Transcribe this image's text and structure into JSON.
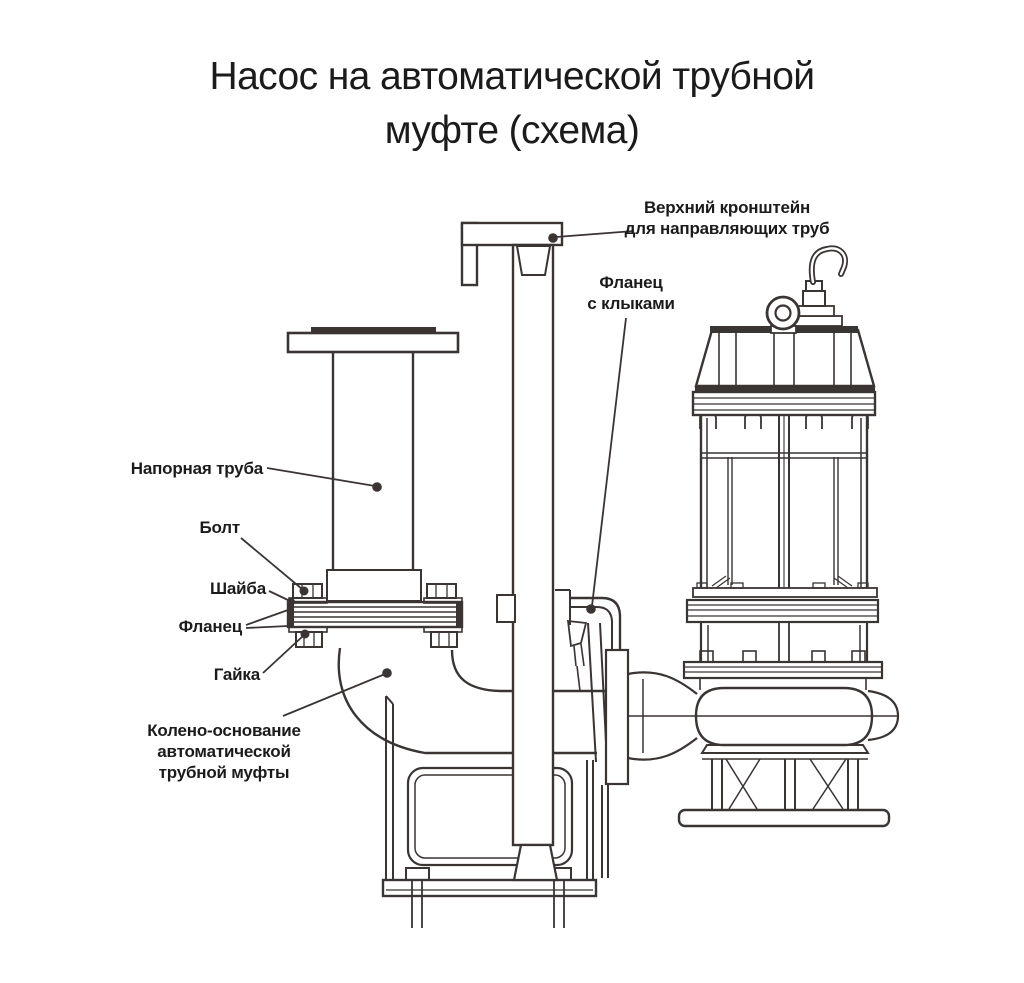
{
  "title": {
    "line1": "Насос на автоматической трубной",
    "line2": "муфте (схема)"
  },
  "labels": {
    "upper_bracket": {
      "line1": "Верхний кронштейн",
      "line2": "для направляющих труб"
    },
    "claw_flange": {
      "line1": "Фланец",
      "line2": "с клыками"
    },
    "pressure_pipe": "Напорная труба",
    "bolt": "Болт",
    "washer": "Шайба",
    "flange": "Фланец",
    "nut": "Гайка",
    "elbow_base": {
      "line1": "Колено-основание",
      "line2": "автоматической",
      "line3": "трубной муфты"
    }
  },
  "colors": {
    "ink": "#3a3433",
    "text": "#1b1b1b",
    "background": "#ffffff"
  }
}
